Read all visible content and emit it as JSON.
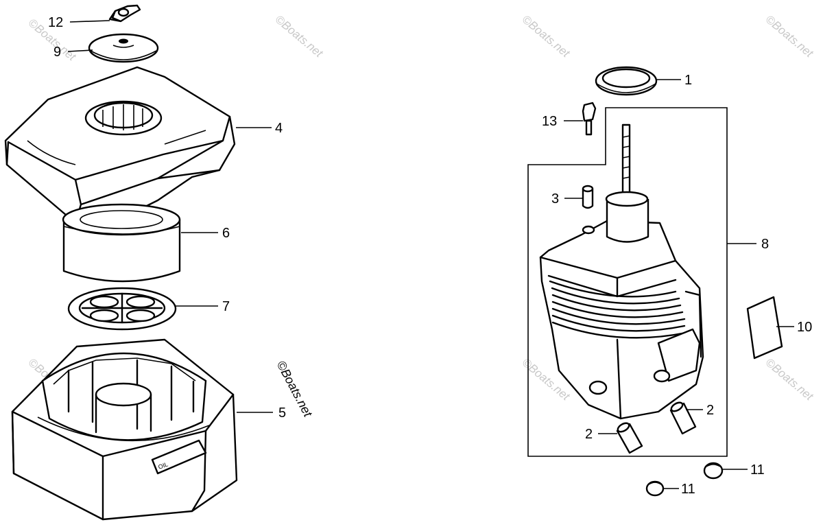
{
  "diagram": {
    "callouts": {
      "c12": "12",
      "c9": "9",
      "c4": "4",
      "c6": "6",
      "c7": "7",
      "c5": "5",
      "c1": "1",
      "c13": "13",
      "c3": "3",
      "c8": "8",
      "c10": "10",
      "c2a": "2",
      "c2b": "2",
      "c11a": "11",
      "c11b": "11"
    },
    "watermark": "©Boats.net",
    "decal_text": "OIL"
  }
}
